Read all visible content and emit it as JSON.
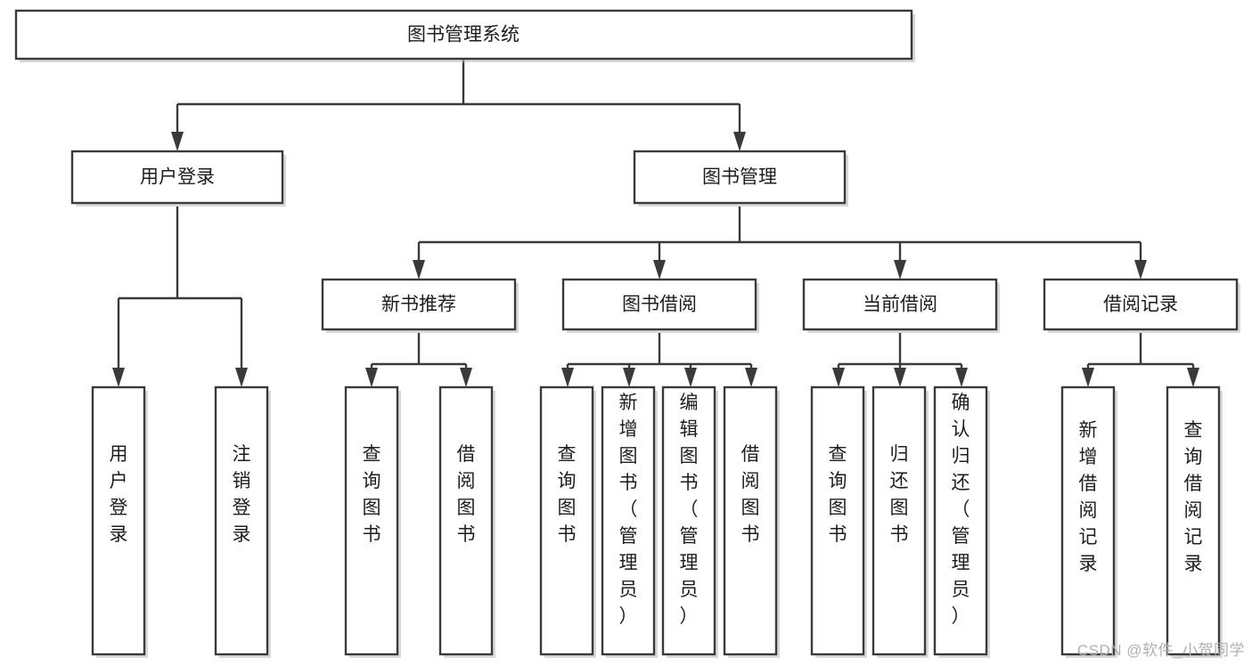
{
  "diagram": {
    "type": "tree-hierarchy",
    "title": "图书管理系统",
    "orientation": "top-down",
    "watermark": "CSDN @软件_小贺同学",
    "colors": {
      "background": "#ffffff",
      "box_fill": "#ffffff",
      "box_stroke": "#3a3a3a",
      "connector": "#3a3a3a",
      "label_text": "#1d1d1d",
      "watermark_text": "#b0b0b0"
    }
  },
  "nodes": {
    "root": {
      "label": "图书管理系统",
      "level": 0
    },
    "level1": [
      {
        "id": "user-login",
        "label": "用户登录"
      },
      {
        "id": "book-manage",
        "label": "图书管理"
      }
    ],
    "level2": [
      {
        "id": "new-book-recommend",
        "label": "新书推荐",
        "parent": "book-manage"
      },
      {
        "id": "book-borrow",
        "label": "图书借阅",
        "parent": "book-manage"
      },
      {
        "id": "current-borrow",
        "label": "当前借阅",
        "parent": "book-manage"
      },
      {
        "id": "borrow-record",
        "label": "借阅记录",
        "parent": "book-manage"
      }
    ],
    "leaves": {
      "user-login": [
        {
          "id": "leaf-user-login",
          "label": "用户登录"
        },
        {
          "id": "leaf-user-logout",
          "label": "注销登录"
        }
      ],
      "new-book-recommend": [
        {
          "id": "leaf-query-book-1",
          "label": "查询图书"
        },
        {
          "id": "leaf-borrow-book-1",
          "label": "借阅图书"
        }
      ],
      "book-borrow": [
        {
          "id": "leaf-query-book-2",
          "label": "查询图书"
        },
        {
          "id": "leaf-add-book",
          "label": "新增图书（管理员）"
        },
        {
          "id": "leaf-edit-book",
          "label": "编辑图书（管理员）"
        },
        {
          "id": "leaf-borrow-book-2",
          "label": "借阅图书"
        }
      ],
      "current-borrow": [
        {
          "id": "leaf-query-book-3",
          "label": "查询图书"
        },
        {
          "id": "leaf-return-book",
          "label": "归还图书"
        },
        {
          "id": "leaf-confirm-return",
          "label": "确认归还（管理员）"
        }
      ],
      "borrow-record": [
        {
          "id": "leaf-add-record",
          "label": "新增借阅记录"
        },
        {
          "id": "leaf-query-record",
          "label": "查询借阅记录"
        }
      ]
    }
  }
}
